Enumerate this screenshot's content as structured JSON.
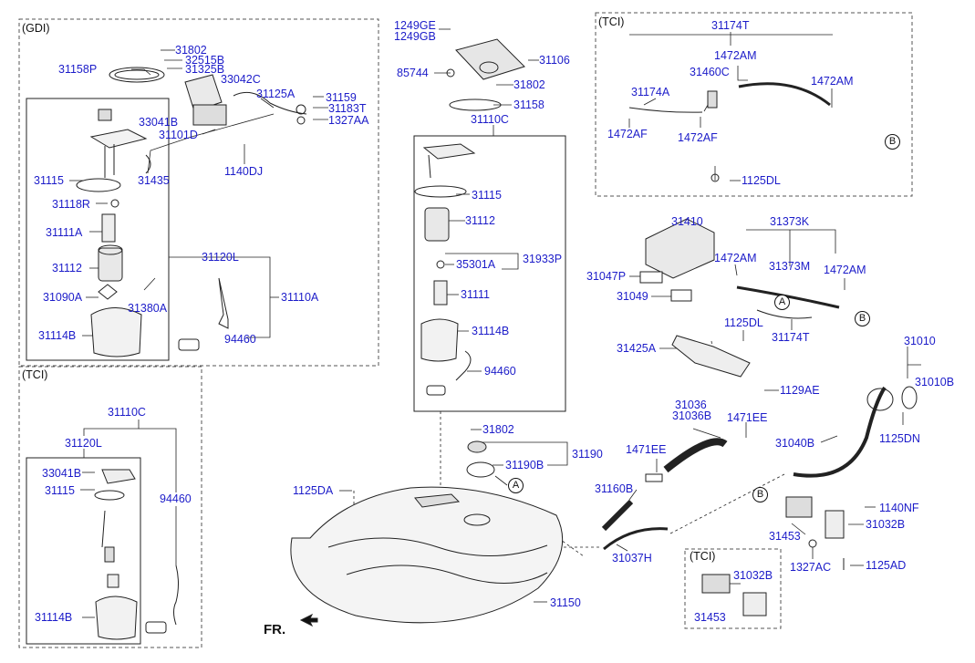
{
  "frames": {
    "gdi": "(GDI)",
    "tci_left": "(TCI)",
    "tci_top": "(TCI)",
    "tci_small": "(TCI)"
  },
  "direction": "FR.",
  "colors": {
    "part_label": "#1c1cc9",
    "line": "#222222"
  },
  "labels": {
    "gdi": [
      "31802",
      "32515B",
      "31325B",
      "31158P",
      "33042C",
      "31125A",
      "31159",
      "31183T",
      "1327AA",
      "33041B",
      "31101D",
      "1140DJ",
      "31435",
      "31115",
      "31118R",
      "31111A",
      "31112",
      "31120L",
      "31090A",
      "31380A",
      "31110A",
      "31114B",
      "94460"
    ],
    "tci_left": [
      "31110C",
      "31120L",
      "33041B",
      "31115",
      "94460",
      "31114B"
    ],
    "center": [
      "1249GE",
      "1249GB",
      "31106",
      "85744",
      "31802",
      "31158",
      "31110C",
      "31115",
      "31112",
      "35301A",
      "31933P",
      "31111",
      "31114B",
      "94460",
      "31802",
      "31190",
      "31190B",
      "1125DA",
      "31150"
    ],
    "tci_top": [
      "31174T",
      "1472AM",
      "31460C",
      "31174A",
      "1472AM",
      "1472AF",
      "1472AF",
      "1125DL"
    ],
    "canister": [
      "31410",
      "31373K",
      "31047P",
      "1472AM",
      "31373M",
      "1472AM",
      "31049",
      "1125DL",
      "31174T",
      "31425A",
      "1129AE"
    ],
    "filler": [
      "31010",
      "31010B",
      "31036",
      "31036B",
      "1471EE",
      "1471EE",
      "31040B",
      "1125DN",
      "31160B",
      "31037H",
      "1140NF",
      "31453",
      "31032B",
      "1327AC",
      "1125AD"
    ],
    "tci_small": [
      "31032B",
      "31453"
    ]
  },
  "callouts": [
    "A",
    "A",
    "B",
    "B",
    "B"
  ]
}
